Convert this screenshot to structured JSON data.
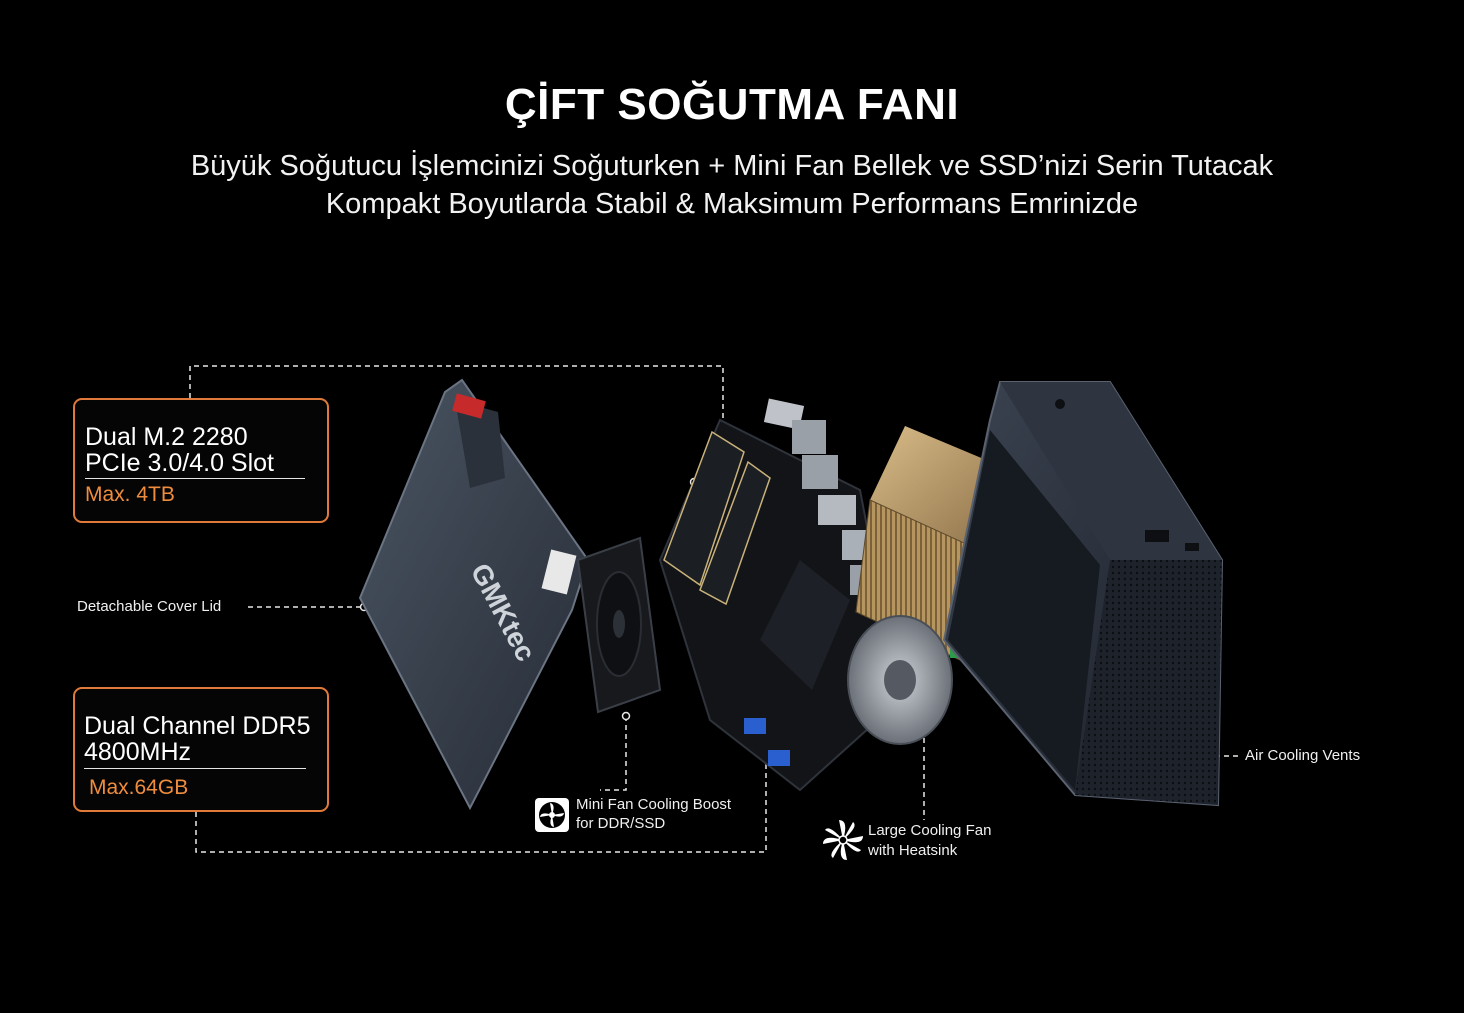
{
  "header": {
    "title": "ÇİFT SOĞUTMA FANI",
    "subtitle_line1": "Büyük Soğutucu İşlemcinizi Soğuturken + Mini Fan Bellek ve SSD’nizi Serin Tutacak",
    "subtitle_line2": "Kompakt Boyutlarda Stabil & Maksimum Performans Emrinizde"
  },
  "specs": {
    "storage": {
      "line1": "Dual M.2 2280",
      "line2": "PCIe 3.0/4.0 Slot",
      "max": "Max. 4TB"
    },
    "memory": {
      "line1": "Dual Channel DDR5",
      "line2": "4800MHz",
      "max": "Max.64GB"
    }
  },
  "callouts": {
    "cover": "Detachable Cover Lid",
    "mini_fan_line1": "Mini Fan Cooling Boost",
    "mini_fan_line2": "for DDR/SSD",
    "large_fan_line1": "Large Cooling Fan",
    "large_fan_line2": "with Heatsink",
    "vents": "Air Cooling Vents"
  },
  "product": {
    "brand_logo": "GMKtec"
  },
  "colors": {
    "accent": "#e07a3a",
    "max_text": "#ef8c3d",
    "background": "#000000"
  }
}
